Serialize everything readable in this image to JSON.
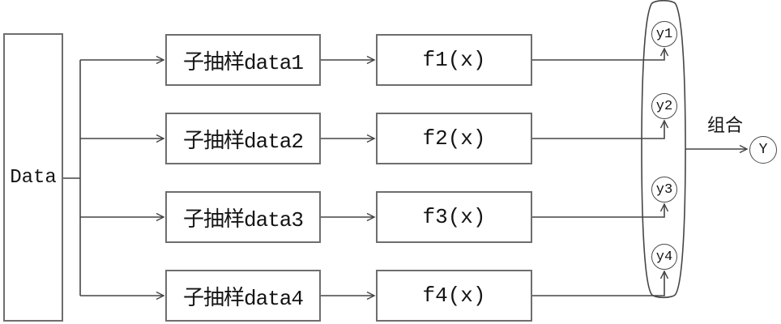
{
  "nodes": {
    "data_source": "Data",
    "subsamples": [
      "子抽样data1",
      "子抽样data2",
      "子抽样data3",
      "子抽样data4"
    ],
    "functions": [
      "f1(x)",
      "f2(x)",
      "f3(x)",
      "f4(x)"
    ],
    "outputs": [
      "y1",
      "y2",
      "y3",
      "y4"
    ],
    "combine_label": "组合",
    "final_output": "Y"
  },
  "colors": {
    "line": "#454545",
    "box_border": "#6e6e6e",
    "text": "#141414",
    "background": "#ffffff"
  }
}
